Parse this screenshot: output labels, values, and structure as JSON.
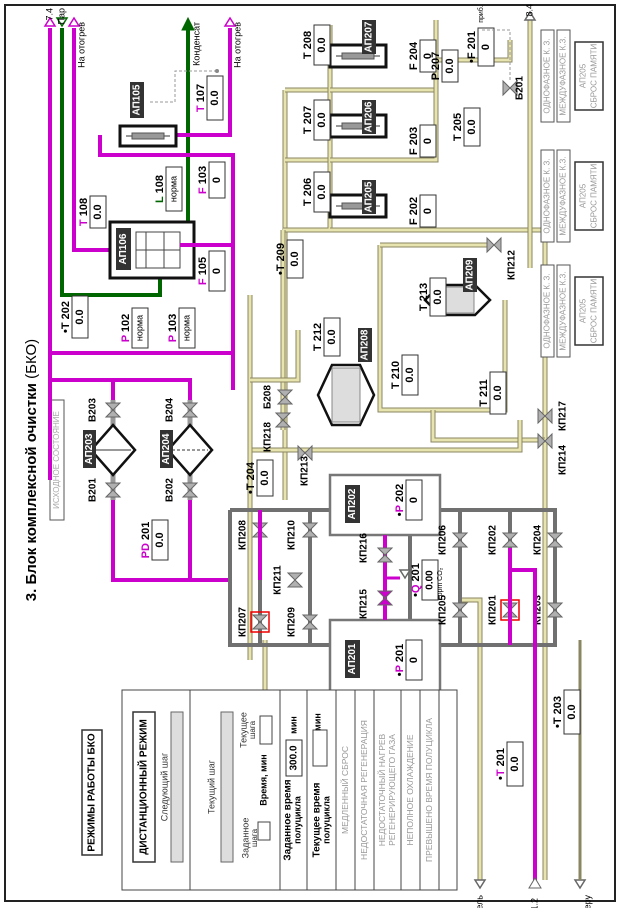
{
  "title": {
    "main": "3. Блок комплексной очистки",
    "abbr": "(БКО)"
  },
  "state_button": "ИСХОДНОЕ СОСТОЯНИЕ",
  "colors": {
    "magenta": "#cc00cc",
    "green": "#006600",
    "yellow_line": "#e8e4b0",
    "gray_pipe": "#707070",
    "label_dark": "#333333",
    "highlight": "#ee0000"
  },
  "streams": {
    "top_left": [
      "7.4",
      "Пар",
      "На отогрев"
    ],
    "condensate": "Конденсат",
    "top_right_heat": "На отогрев",
    "right_top": "8.4",
    "bottom": [
      "В пушитель",
      "1.2",
      "В атмосферу"
    ]
  },
  "devices": {
    "ap105": "АП105",
    "ap106": "АП106",
    "ap201": "АП201",
    "ap202": "АП202",
    "ap203": "АП203",
    "ap204": "АП204",
    "ap205": "АП205",
    "ap206": "АП206",
    "ap207": "АП207",
    "ap208": "АП208",
    "ap209": "АП209"
  },
  "sensors": {
    "T107": {
      "label": "T 107",
      "value": "0.0"
    },
    "T108": {
      "label": "T 108",
      "value": "0.0"
    },
    "L108": {
      "label": "L 108",
      "value": "норма"
    },
    "F103": {
      "label": "F 103",
      "value": "0"
    },
    "F105": {
      "label": "F 105",
      "value": "0"
    },
    "P102": {
      "label": "P 102",
      "value": "норма"
    },
    "P103": {
      "label": "P 103",
      "value": "норма"
    },
    "T202": {
      "label": "•T 202",
      "value": "0.0"
    },
    "T208": {
      "label": "T 208",
      "value": "0.0"
    },
    "T207": {
      "label": "T 207",
      "value": "0.0"
    },
    "T206": {
      "label": "T 206",
      "value": "0.0"
    },
    "T209": {
      "label": "•T 209",
      "value": "0.0"
    },
    "F204": {
      "label": "F 204",
      "value": "0"
    },
    "F203": {
      "label": "F 203",
      "value": "0"
    },
    "F202": {
      "label": "F 202",
      "value": "0"
    },
    "P207": {
      "label": "P 207",
      "value": "0.0"
    },
    "F201": {
      "label": "•F 201",
      "value": "0",
      "note": "приб."
    },
    "T205": {
      "label": "T 205",
      "value": "0.0"
    },
    "T212": {
      "label": "T 212",
      "value": "0.0"
    },
    "T213": {
      "label": "T 213",
      "value": "0.0"
    },
    "T210": {
      "label": "T 210",
      "value": "0.0"
    },
    "T211": {
      "label": "T 211",
      "value": "0.0"
    },
    "T204": {
      "label": "•T 204",
      "value": "0.0"
    },
    "PD201": {
      "label": "PD 201",
      "value": "0.0"
    },
    "P202": {
      "label": "•P 202",
      "value": "0"
    },
    "P201": {
      "label": "•P 201",
      "value": "0"
    },
    "Q201": {
      "label": "•Q 201",
      "value": "0.00",
      "unit": "ppm CO₂"
    },
    "T201": {
      "label": "•T 201",
      "value": "0.0"
    },
    "T203": {
      "label": "•T 203",
      "value": "0.0"
    }
  },
  "valves": {
    "B201": "B201",
    "B202": "B202",
    "B203": "B203",
    "B204": "B204",
    "B208": "Б208",
    "B201b": "Б201",
    "KP201": "КП201",
    "KP202": "КП202",
    "KP203": "КП203",
    "KP204": "КП204",
    "KP205": "КП205",
    "KP206": "КП206",
    "KP207": "КП207",
    "KP208": "КП208",
    "KP209": "КП209",
    "KP210": "КП210",
    "KP211": "КП211",
    "KP212": "КП212",
    "KP213": "КП213",
    "KP214": "КП214",
    "KP215": "КП215",
    "KP216": "КП216",
    "KP217": "КП217",
    "KP218": "КП218"
  },
  "alarm_groups": [
    {
      "single_phase": "ОДНОФАЗНОЕ К. З.",
      "interphase": "МЕЖДУФАЗНОЕ К.З.",
      "reset": [
        "АП205",
        "СБРОС ПАМЯТИ"
      ]
    },
    {
      "single_phase": "ОДНОФАЗНОЕ К. З.",
      "interphase": "МЕЖДУФАЗНОЕ К.З.",
      "reset": [
        "АП205",
        "СБРОС ПАМЯТИ"
      ]
    },
    {
      "single_phase": "ОДНОФАЗНОЕ К. З.",
      "interphase": "МЕЖДУФАЗНОЕ К.З.",
      "reset": [
        "АП205",
        "СБРОС ПАМЯТИ"
      ]
    }
  ],
  "modes_panel": {
    "title": "РЕЖИМЫ РАБОТЫ БКО",
    "remote_mode": "ДИСТАНЦИОННЫЙ РЕЖИМ",
    "next_step": "Следующий шаг",
    "current_step": "Текущий шаг",
    "set_step": [
      "Заданное",
      "шага"
    ],
    "time_min": "Время, мин",
    "current_step_time": [
      "Текущее",
      "шага"
    ],
    "set_halfcycle": [
      "Заданное время",
      "полуцикла"
    ],
    "set_halfcycle_value": "300.0",
    "min": "мин",
    "current_halfcycle": [
      "Текущее время",
      "полуцикла"
    ],
    "current_halfcycle_value": "",
    "alarms": [
      [
        "МЕДЛЕННЫЙ СБРОС"
      ],
      [
        "НЕДОСТАТОЧНАЯ РЕГЕНЕРАЦИЯ"
      ],
      [
        "НЕДОСТАТОЧНЫЙ НАГРЕВ",
        "РЕГЕНЕРИРУЮЩЕГО ГАЗА"
      ],
      [
        "НЕПОЛНОЕ ОХЛАЖДЕНИЕ"
      ],
      [
        "ПРЕВЫШЕНО ВРЕМЯ ПОЛУЦИКЛА"
      ]
    ]
  }
}
